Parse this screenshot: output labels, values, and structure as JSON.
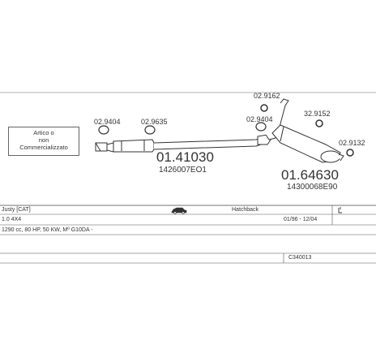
{
  "note": {
    "lines": [
      "Artico o",
      "non",
      "Commercializzato"
    ]
  },
  "parts": {
    "clamp_a": "02.9404",
    "clamp_b": "02.9635",
    "mid_pipe": "01.41030",
    "mid_pipe_oem": "1426007EO1",
    "hanger_a": "02.9162",
    "clamp_c": "02.9404",
    "hanger_b": "32.9152",
    "hanger_c": "02.9132",
    "rear_silencer": "01.64630",
    "rear_silencer_oem": "14300068E90"
  },
  "vehicle": {
    "model": "Justy [CAT]",
    "body": "Hatchback",
    "engine": "1.0 4X4",
    "years": "01/96 - 12/04",
    "spec": "1290 cc, 80 HP, 50 KW, Mº G10DA -",
    "code": "C340013"
  },
  "icons": {
    "car": "hatchback-car-icon",
    "power": "rear-exhaust-icon"
  }
}
